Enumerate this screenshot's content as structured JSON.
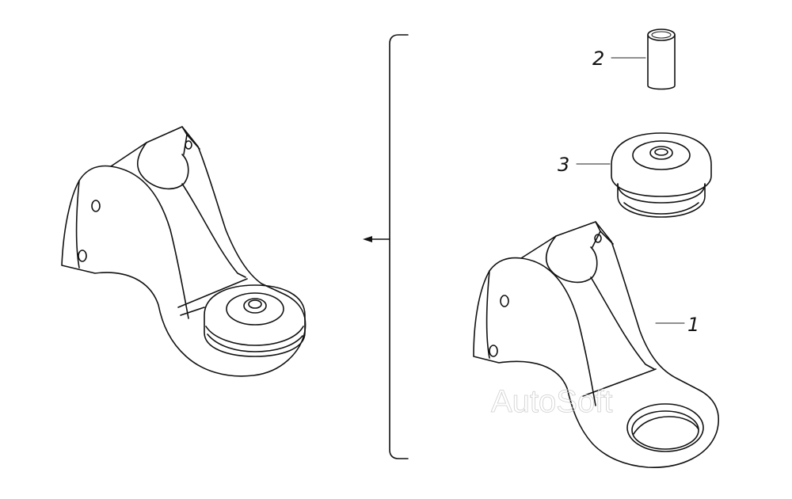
{
  "callouts": [
    {
      "number": "1"
    },
    {
      "number": "2"
    },
    {
      "number": "3"
    }
  ],
  "watermark": "AutoSoft"
}
